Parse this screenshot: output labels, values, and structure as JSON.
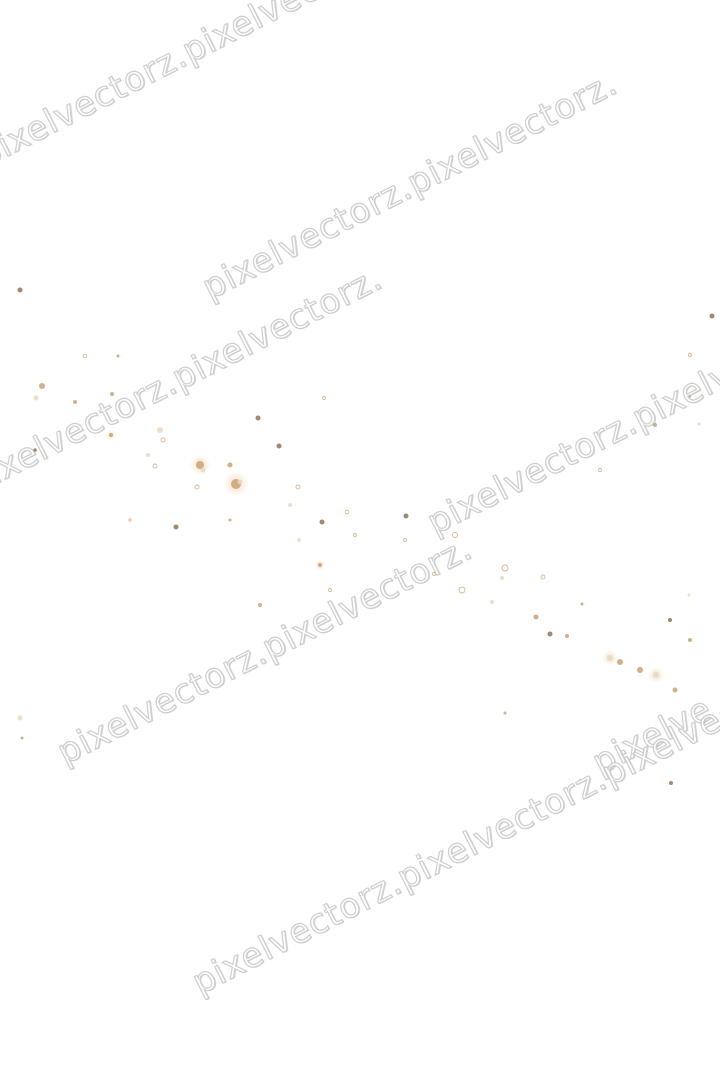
{
  "watermarks": [
    "pixelvectorz.pixelvectorz.pixelvectorz",
    "pixelvectorz.pixelvectorz.",
    "pixelvectorz.pixelvectorz.",
    "pixelvectorz.pixelvectorz.",
    "pixelvectorz.pixelvectorz.",
    "pixelve",
    "pixelvectorz.pixelvectorz.pixelvectorz."
  ],
  "colors": {
    "background": "#ffffff",
    "glitter_gold": "#c9a272",
    "glitter_brown": "#8a6a4a",
    "glitter_light": "#e8d8c2",
    "watermark_outline": "#c9c9c9"
  }
}
